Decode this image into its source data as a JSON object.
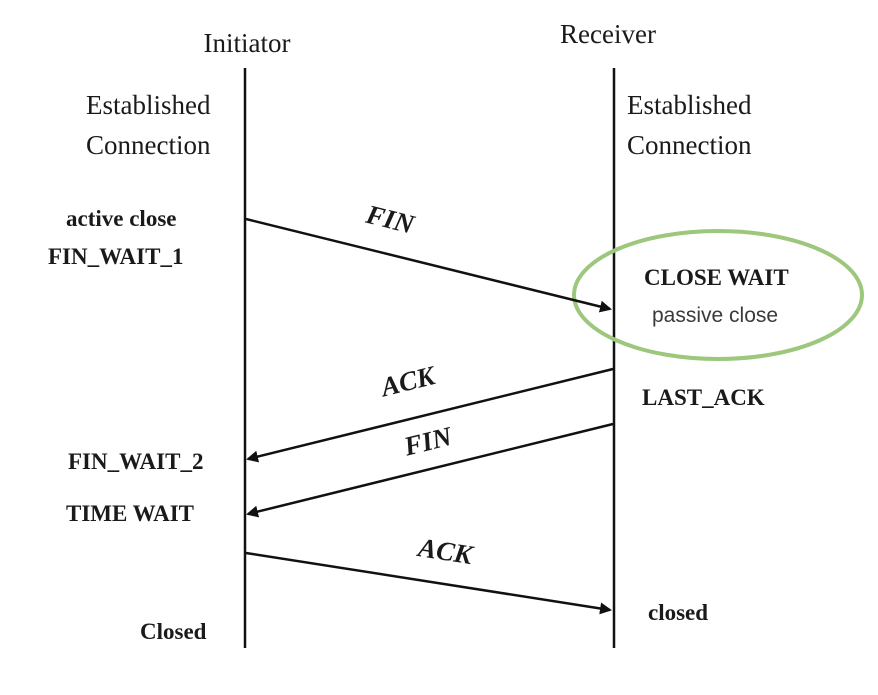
{
  "participants": {
    "initiator": "Initiator",
    "receiver": "Receiver"
  },
  "initiator_states": {
    "established_1": "Established",
    "established_2": "Connection",
    "active_close": "active close",
    "fin_wait_1": "FIN_WAIT_1",
    "fin_wait_2": "FIN_WAIT_2",
    "time_wait": "TIME WAIT",
    "closed": "Closed"
  },
  "receiver_states": {
    "established_1": "Established",
    "established_2": "Connection",
    "close_wait": "CLOSE WAIT",
    "passive_close": "passive close",
    "last_ack": "LAST_ACK",
    "closed": "closed"
  },
  "messages": {
    "fin_1": "FIN",
    "ack_1": "ACK",
    "fin_2": "FIN",
    "ack_2": "ACK"
  },
  "colors": {
    "highlight_ellipse": "#9cc77c",
    "lines": "#111111"
  }
}
